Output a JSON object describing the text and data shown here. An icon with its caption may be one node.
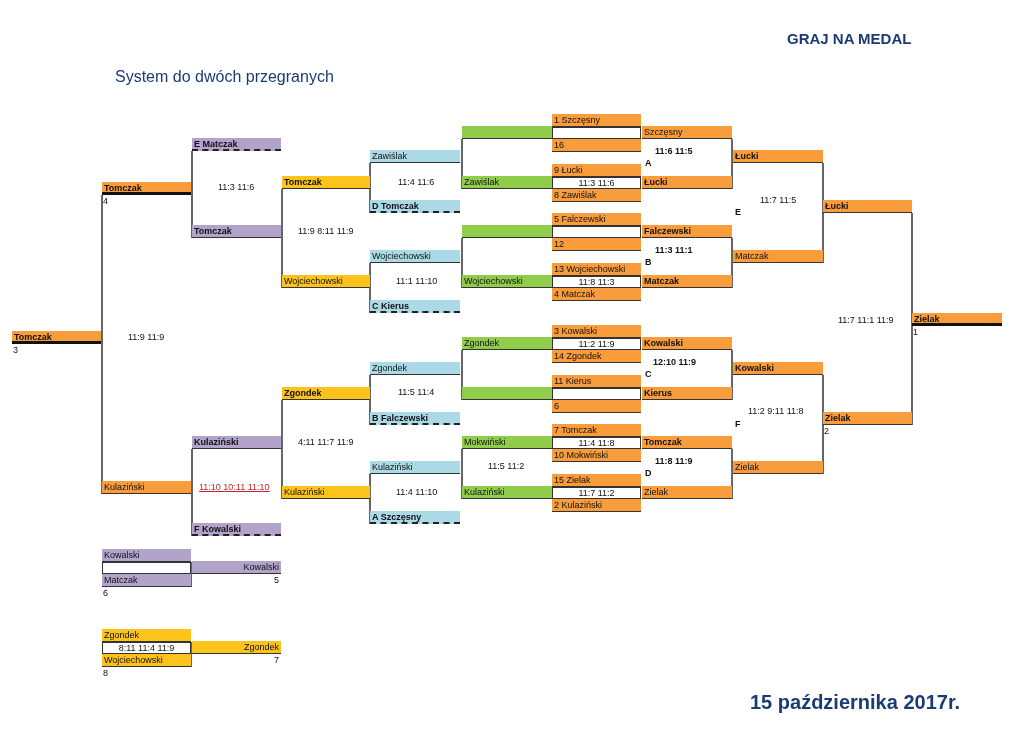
{
  "diagram": {
    "title": "System do dwóch przegranych",
    "nodes": [
      {
        "text": [
          "Tomczak"
        ],
        "beside": [
          "3"
        ]
      },
      {
        "text": [
          "Tomczak"
        ],
        "beside": [
          "4"
        ]
      },
      {
        "text": [
          "Kulaziński"
        ]
      },
      {
        "text": [
          "E Matczak"
        ]
      },
      {
        "text": [
          "Tomczak"
        ]
      },
      {
        "text": [
          "Kulaziński"
        ]
      },
      {
        "text": [
          "F Kowalski"
        ]
      },
      {
        "text": [
          "Tomczak"
        ]
      },
      {
        "text": [
          "Wojciechowski"
        ]
      },
      {
        "text": [
          "Zgondek"
        ]
      },
      {
        "text": [
          "Kulaziński"
        ]
      },
      {
        "text": [
          "Zawiślak"
        ]
      },
      {
        "text": [
          "D Tomczak"
        ]
      },
      {
        "text": [
          "Wojciechowski"
        ]
      },
      {
        "text": [
          "C Kierus"
        ]
      },
      {
        "text": [
          "Zgondek"
        ]
      },
      {
        "text": [
          "B Falczewski"
        ]
      },
      {
        "text": [
          "Kulaziński"
        ]
      },
      {
        "text": [
          "A Szczęsny"
        ]
      },
      {
        "text": [],
        "shape": "bar"
      },
      {
        "text": [
          "Zawiślak"
        ]
      },
      {
        "text": [],
        "shape": "bar"
      },
      {
        "text": [
          "Wojciechowski"
        ]
      },
      {
        "text": [
          "Zgondek"
        ]
      },
      {
        "text": [],
        "shape": "bar"
      },
      {
        "text": [
          "Mokwiński"
        ]
      },
      {
        "text": [
          "Kulaziński"
        ]
      },
      {
        "text": [
          "1 Szczęsny"
        ]
      },
      {
        "text": [],
        "shape": "box"
      },
      {
        "text": [
          "16"
        ]
      },
      {
        "text": [
          "9 Łucki"
        ]
      },
      {
        "text": [
          "11:3 11:6"
        ]
      },
      {
        "text": [
          "8 Zawiślak"
        ]
      },
      {
        "text": [
          "5 Falczewski"
        ]
      },
      {
        "text": [],
        "shape": "box"
      },
      {
        "text": [
          "12"
        ]
      },
      {
        "text": [
          "13 Wojciechowski"
        ]
      },
      {
        "text": [
          "11:8 11:3"
        ]
      },
      {
        "text": [
          "4 Matczak"
        ]
      },
      {
        "text": [
          "3 Kowalski"
        ]
      },
      {
        "text": [
          "11:2 11:9"
        ]
      },
      {
        "text": [
          "14 Zgondek"
        ]
      },
      {
        "text": [
          "11 Kierus"
        ]
      },
      {
        "text": [],
        "shape": "box"
      },
      {
        "text": [
          "6"
        ]
      },
      {
        "text": [
          "7 Tomczak"
        ]
      },
      {
        "text": [
          "11:4 11:8"
        ]
      },
      {
        "text": [
          "10 Mokwiński"
        ]
      },
      {
        "text": [
          "15 Zielak"
        ]
      },
      {
        "text": [
          "11:7 11:2"
        ]
      },
      {
        "text": [
          "2 Kulaziński"
        ]
      },
      {
        "text": [
          "Szczęsny"
        ]
      },
      {
        "text": [
          "Łucki"
        ]
      },
      {
        "text": [
          "Falczewski"
        ]
      },
      {
        "text": [
          "Matczak"
        ]
      },
      {
        "text": [
          "Kowalski"
        ]
      },
      {
        "text": [
          "Kierus"
        ]
      },
      {
        "text": [
          "Tomczak"
        ]
      },
      {
        "text": [
          "Zielak"
        ]
      },
      {
        "text": [
          "Łucki"
        ]
      },
      {
        "text": [
          "Matczak"
        ]
      },
      {
        "text": [
          "Kowalski"
        ]
      },
      {
        "text": [
          "Zielak"
        ]
      },
      {
        "text": [
          "Łucki"
        ]
      },
      {
        "text": [
          "Zielak"
        ],
        "beside": [
          "2"
        ]
      },
      {
        "text": [
          "Zielak"
        ],
        "beside": [
          "1"
        ]
      },
      {
        "text": [
          "Kowalski"
        ]
      },
      {
        "text": [],
        "shape": "box"
      },
      {
        "text": [
          "Matczak"
        ],
        "beside": [
          "6"
        ]
      },
      {
        "text": [
          "Kowalski"
        ],
        "beside": [
          "5"
        ]
      },
      {
        "text": [
          "Zgondek"
        ]
      },
      {
        "text": [
          "8:11 11:4 11:9"
        ]
      },
      {
        "text": [
          "Wojciechowski"
        ],
        "beside": [
          "8"
        ]
      },
      {
        "text": [
          "Zgondek"
        ],
        "beside": [
          "7"
        ]
      }
    ],
    "edges": [
      {
        "from": 51,
        "to": 59,
        "arrow": "none"
      },
      {
        "from": 52,
        "to": 59,
        "arrow": "none"
      },
      {
        "from": 53,
        "to": 60,
        "arrow": "none"
      },
      {
        "from": 54,
        "to": 60,
        "arrow": "none"
      },
      {
        "from": 55,
        "to": 61,
        "arrow": "none"
      },
      {
        "from": 56,
        "to": 61,
        "arrow": "none"
      },
      {
        "from": 57,
        "to": 62,
        "arrow": "none"
      },
      {
        "from": 58,
        "to": 62,
        "arrow": "none"
      },
      {
        "from": 59,
        "to": 63,
        "arrow": "none"
      },
      {
        "from": 60,
        "to": 63,
        "arrow": "none"
      },
      {
        "from": 61,
        "to": 64,
        "arrow": "none"
      },
      {
        "from": 62,
        "to": 64,
        "arrow": "none"
      },
      {
        "from": 63,
        "to": 65,
        "arrow": "none"
      },
      {
        "from": 64,
        "to": 65,
        "arrow": "none"
      },
      {
        "from": 19,
        "to": 11,
        "arrow": "none"
      },
      {
        "from": 20,
        "to": 11,
        "arrow": "none"
      },
      {
        "from": 21,
        "to": 13,
        "arrow": "none"
      },
      {
        "from": 22,
        "to": 13,
        "arrow": "none"
      },
      {
        "from": 23,
        "to": 15,
        "arrow": "none"
      },
      {
        "from": 24,
        "to": 15,
        "arrow": "none"
      },
      {
        "from": 25,
        "to": 17,
        "arrow": "none"
      },
      {
        "from": 26,
        "to": 17,
        "arrow": "none"
      },
      {
        "from": 11,
        "to": 7,
        "arrow": "none"
      },
      {
        "from": 12,
        "to": 7,
        "arrow": "none"
      },
      {
        "from": 13,
        "to": 8,
        "arrow": "none"
      },
      {
        "from": 14,
        "to": 8,
        "arrow": "none"
      },
      {
        "from": 15,
        "to": 9,
        "arrow": "none"
      },
      {
        "from": 16,
        "to": 9,
        "arrow": "none"
      },
      {
        "from": 17,
        "to": 10,
        "arrow": "none"
      },
      {
        "from": 18,
        "to": 10,
        "arrow": "none"
      },
      {
        "from": 7,
        "to": 4,
        "arrow": "none"
      },
      {
        "from": 8,
        "to": 4,
        "arrow": "none"
      },
      {
        "from": 9,
        "to": 5,
        "arrow": "none"
      },
      {
        "from": 10,
        "to": 5,
        "arrow": "none"
      },
      {
        "from": 3,
        "to": 1,
        "arrow": "none"
      },
      {
        "from": 4,
        "to": 1,
        "arrow": "none"
      },
      {
        "from": 5,
        "to": 2,
        "arrow": "none"
      },
      {
        "from": 6,
        "to": 2,
        "arrow": "none"
      },
      {
        "from": 1,
        "to": 0,
        "arrow": "none"
      },
      {
        "from": 2,
        "to": 0,
        "arrow": "none"
      },
      {
        "from": 66,
        "to": 69,
        "arrow": "none"
      },
      {
        "from": 68,
        "to": 69,
        "arrow": "none"
      },
      {
        "from": 70,
        "to": 73,
        "arrow": "none"
      },
      {
        "from": 72,
        "to": 73,
        "arrow": "none"
      }
    ],
    "labels": [
      "GRAJ NA MEDAL",
      "11:6 11:5",
      "A",
      "11:3 11:6",
      "11:4 11:6",
      "11:7 11:5",
      "E",
      "11:9 8:11 11:9",
      "11:3 11:1",
      "B",
      "11:1 11:10",
      "11:9 11:9",
      "11:7 11:1 11:9",
      "12:10 11:9",
      "C",
      "11:5 11:4",
      "11:2 9:11 11:8",
      "F",
      "4:11 11:7 11:9",
      "11:8 11:9",
      "11:5 11:2",
      "D",
      "11:10 10:11 11:10",
      "11:4 11:10",
      "15 października 2017r."
    ]
  }
}
